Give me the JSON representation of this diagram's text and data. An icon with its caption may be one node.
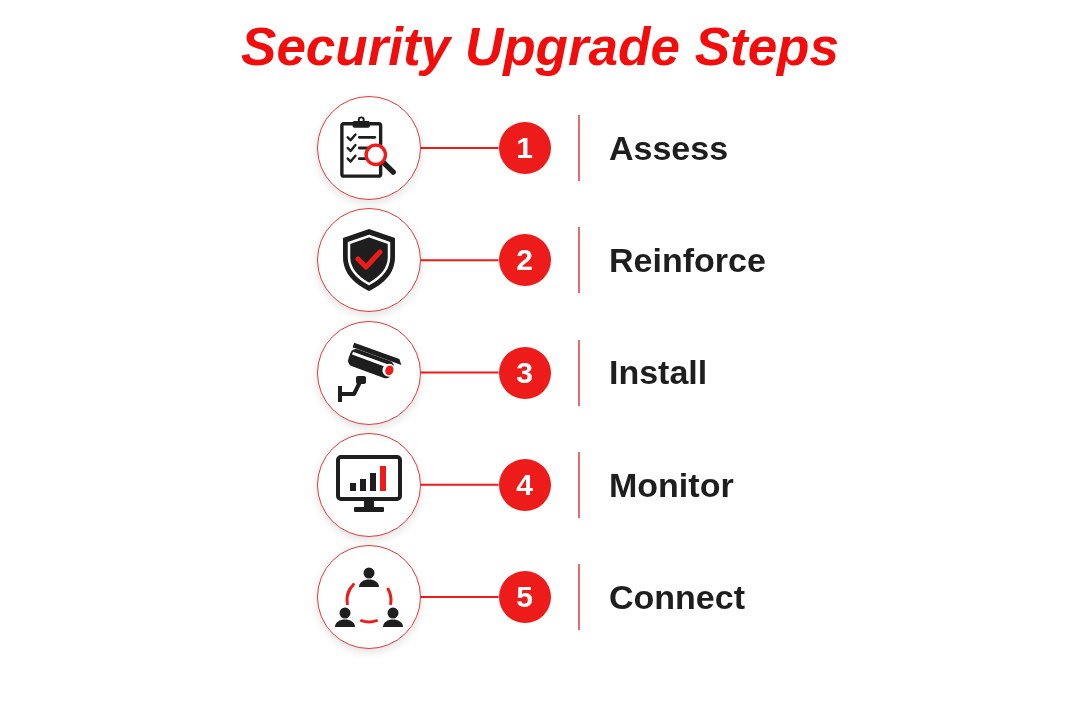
{
  "diagram": {
    "title": "Security Upgrade Steps",
    "nodes": [
      {
        "text": [],
        "shape": "picture"
      },
      {
        "text": [
          "1"
        ],
        "beside": [
          "Assess"
        ]
      },
      {
        "text": [],
        "shape": "picture"
      },
      {
        "text": [
          "2"
        ],
        "beside": [
          "Reinforce"
        ]
      },
      {
        "text": [],
        "shape": "picture"
      },
      {
        "text": [
          "3"
        ],
        "beside": [
          "Install"
        ]
      },
      {
        "text": [],
        "shape": "picture"
      },
      {
        "text": [
          "4"
        ],
        "beside": [
          "Monitor"
        ]
      },
      {
        "text": [],
        "shape": "picture"
      },
      {
        "text": [
          "5"
        ],
        "beside": [
          "Connect"
        ]
      }
    ],
    "edges": [
      {
        "from": 0,
        "to": 1,
        "arrow": "none"
      },
      {
        "from": 2,
        "to": 3,
        "arrow": "none"
      },
      {
        "from": 4,
        "to": 5,
        "arrow": "none"
      },
      {
        "from": 6,
        "to": 7,
        "arrow": "none"
      },
      {
        "from": 8,
        "to": 9,
        "arrow": "none"
      }
    ]
  }
}
